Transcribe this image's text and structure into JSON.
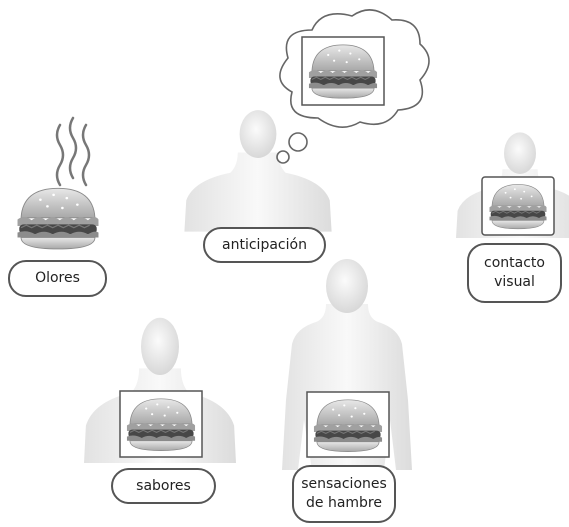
{
  "labels": {
    "olores": "Olores",
    "anticipacion": "anticipación",
    "contacto": "contacto\nvisual",
    "sabores": "sabores",
    "hambre": "sensaciones\nde hambre"
  },
  "icons": {
    "burger": "hamburger-icon",
    "person": "person-silhouette-icon",
    "steam": "steam-icon",
    "thought": "thought-bubble-icon"
  },
  "colors": {
    "skin_light": "#f4f4f4",
    "skin_shade": "#d4d4d4",
    "bun": "#cfcfcf",
    "patty": "#4a4a4a",
    "lettuce": "#9a9a9a",
    "outline": "#555555"
  }
}
